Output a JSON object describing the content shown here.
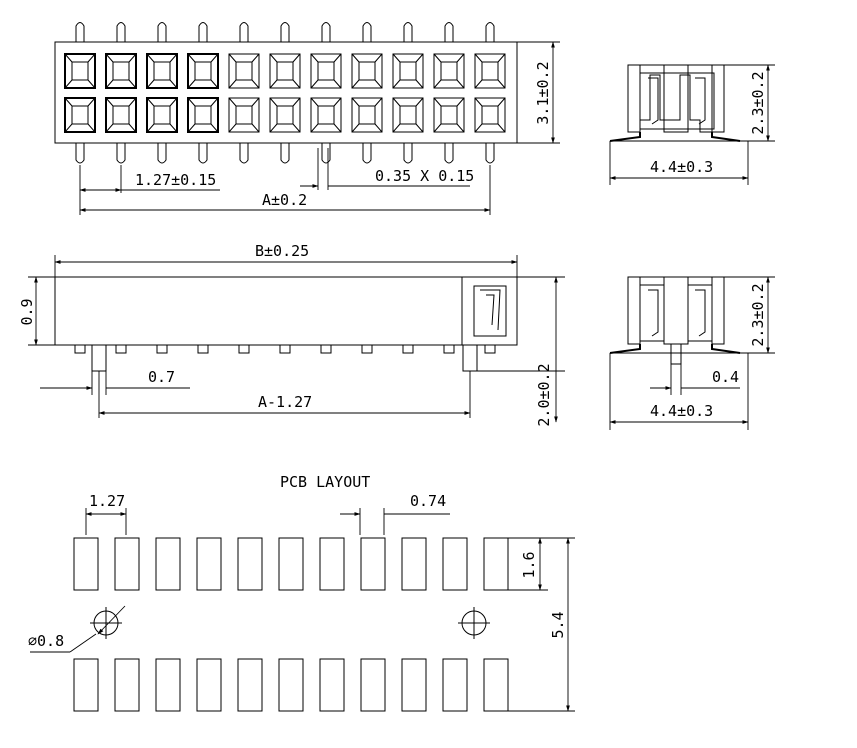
{
  "front_view": {
    "pitch_label": "1.27±0.15",
    "pin_size_label": "0.35 X 0.15",
    "length_a_label": "A±0.2",
    "height_label": "3.1±0.2"
  },
  "side_view_top": {
    "height_label": "2.3±0.2",
    "width_label": "4.4±0.3"
  },
  "bottom_view": {
    "length_b_label": "B±0.25",
    "thickness_label": "0.9",
    "peg_label": "0.7",
    "peg_span_label": "A-1.27",
    "total_height_label": "2.0±0.2"
  },
  "side_view_bottom": {
    "height_label": "2.3±0.2",
    "peg_label": "0.4",
    "width_label": "4.4±0.3"
  },
  "pcb_layout": {
    "title": "PCB LAYOUT",
    "pitch_label": "1.27",
    "pad_width_label": "0.74",
    "pad_length_label": "1.6",
    "row_span_label": "5.4",
    "hole_label": "⌀0.8"
  }
}
